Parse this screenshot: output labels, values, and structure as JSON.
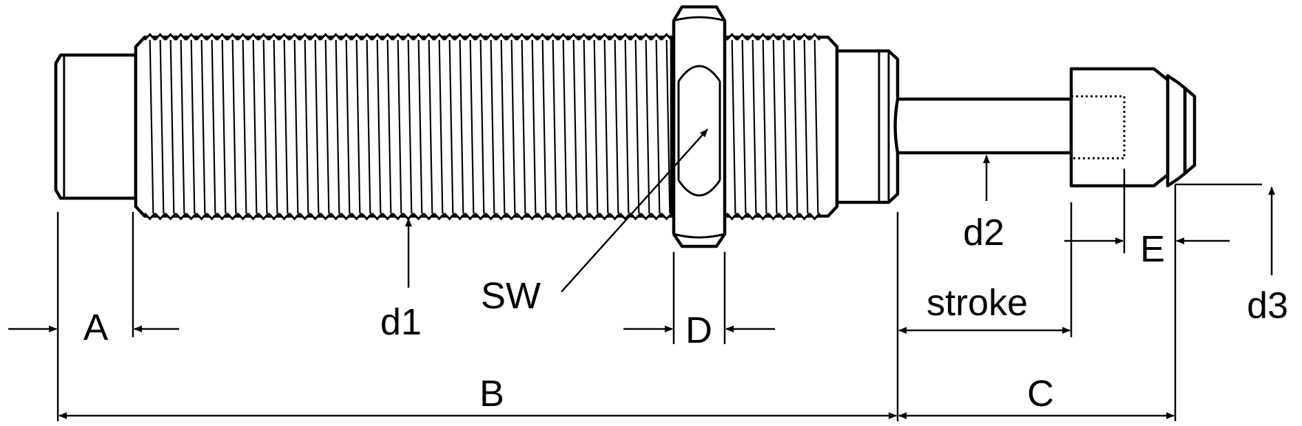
{
  "colors": {
    "line": "#000000",
    "background": "#ffffff"
  },
  "labels": {
    "a": "A",
    "b": "B",
    "c": "C",
    "d": "D",
    "e": "E",
    "d1": "d1",
    "d2": "d2",
    "d3": "d3",
    "sw": "SW",
    "stroke": "stroke"
  }
}
